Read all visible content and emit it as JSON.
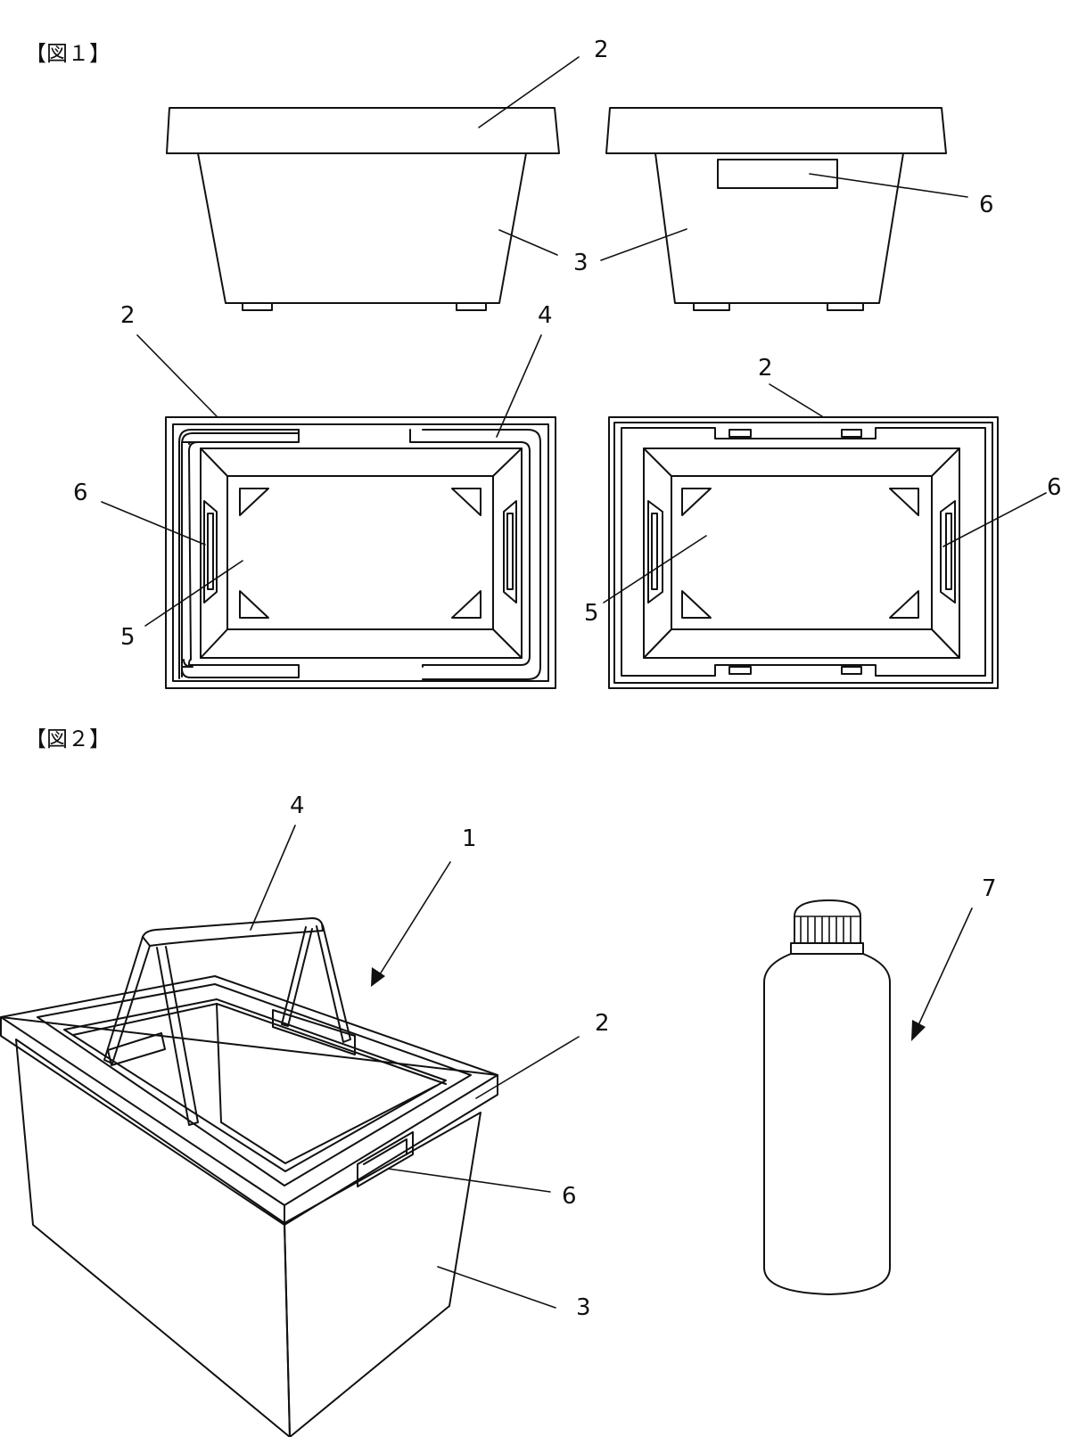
{
  "figures": {
    "fig1_label": "【図１】",
    "fig2_label": "【図２】"
  },
  "labels": {
    "fig1_top_left_lid": "2",
    "fig1_top_side_body": "3",
    "fig1_top_right_window": "6",
    "fig1_plan_left_lid": "2",
    "fig1_plan_left_handle": "4",
    "fig1_plan_left_window": "6",
    "fig1_plan_left_bottom": "5",
    "fig1_plan_right_lid": "2",
    "fig1_plan_right_window": "6",
    "fig1_plan_right_bottom": "5",
    "fig2_handle": "4",
    "fig2_basket": "1",
    "fig2_rim": "2",
    "fig2_window": "6",
    "fig2_body": "3",
    "fig2_bottle": "7"
  }
}
